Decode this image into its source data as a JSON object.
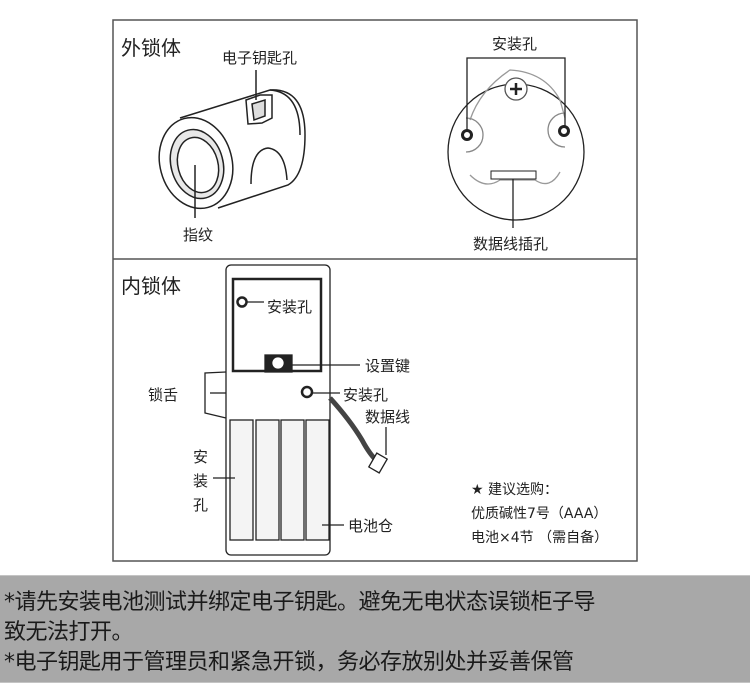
{
  "outer_section": {
    "title": "外锁体",
    "labels": {
      "key_hole": "电子钥匙孔",
      "fingerprint": "指纹",
      "mount_holes": "安装孔",
      "data_port": "数据线插孔"
    }
  },
  "inner_section": {
    "title": "内锁体",
    "labels": {
      "mount_hole_top": "安装孔",
      "setup_key": "设置键",
      "latch": "锁舌",
      "mount_hole_right": "安装孔",
      "data_cable": "数据线",
      "mount_hole_left": [
        "安",
        "装",
        "孔"
      ],
      "battery_bay": "电池仓"
    },
    "note": {
      "line1": "★ 建议选购：",
      "line2": "优质碱性7号（AAA）",
      "line3": "电池×4节 （需自备）"
    }
  },
  "notice": {
    "line1": "*请先安装电池测试并绑定电子钥匙。避免无电状态误锁柜子导",
    "line2": "致无法打开。",
    "line3": "*电子钥匙用于管理员和紧急开锁，务必存放别处并妥善保管"
  }
}
